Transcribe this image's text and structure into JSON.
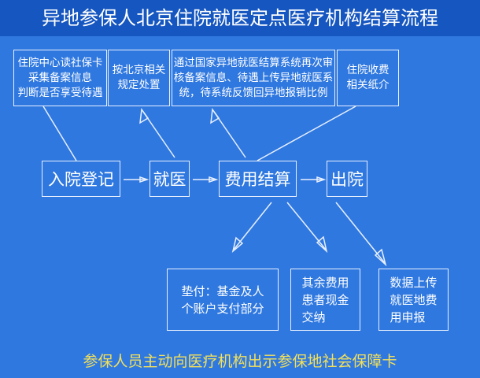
{
  "title": "异地参保人北京住院就医定点医疗机构结算流程",
  "notes": [
    "住院中心读社保卡\n采集备案信息\n判断是否享受待遇",
    "按北京相关\n规定处置",
    "通过国家异地就医结算系统再次审\n核备案信息、待遇上传异地就医系\n统，待系统反馈回异地报销比例",
    "住院收费\n相关纸介"
  ],
  "steps": [
    "入院登记",
    "就医",
    "费用结算",
    "出院"
  ],
  "outcomes": [
    "垫付：基金及人\n个账户支付部分",
    "其余费用\n患者现金\n交纳",
    "数据上传\n就医地费\n用申报"
  ],
  "footer": "参保人员主动向医疗机构出示参保地社会保障卡",
  "colors": {
    "background": "#2f78e0",
    "title_bar": "#1556c0",
    "footer_text": "#f3e05a"
  }
}
